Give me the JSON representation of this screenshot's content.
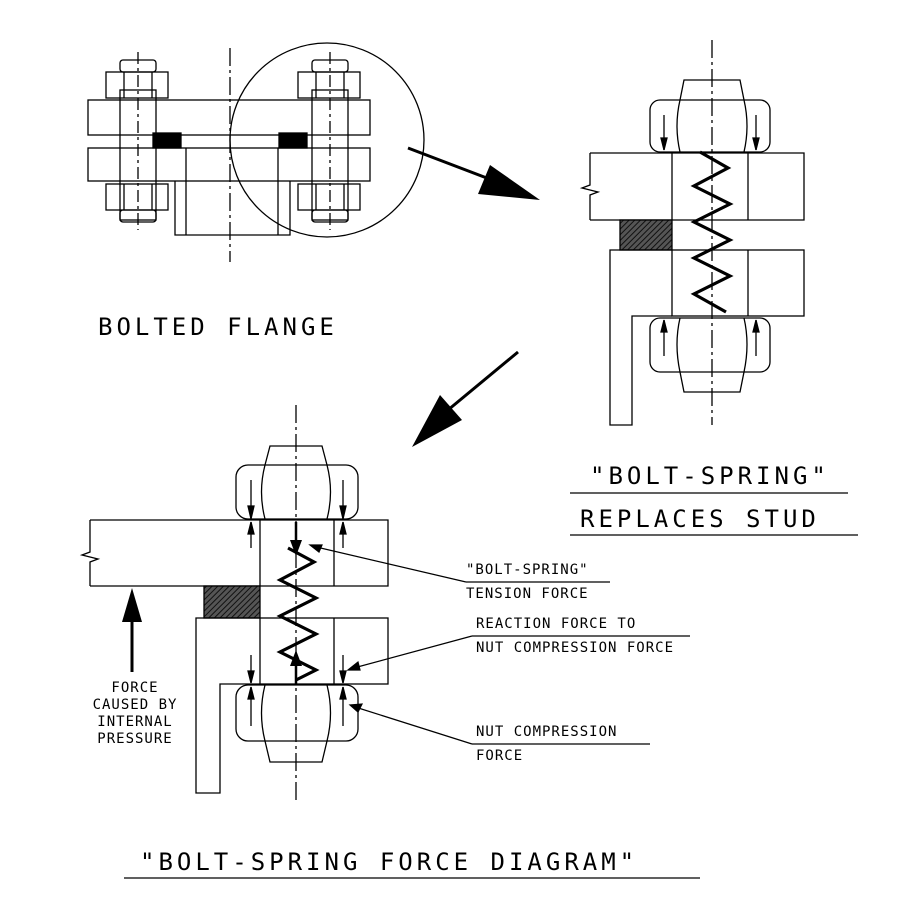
{
  "labels": {
    "bolted_flange": "BOLTED FLANGE",
    "bolt_spring_title_1": "\"BOLT-SPRING\"",
    "bolt_spring_title_2": "REPLACES STUD",
    "tension_1": "\"BOLT-SPRING\"",
    "tension_2": "TENSION FORCE",
    "reaction_1": "REACTION FORCE TO",
    "reaction_2": "NUT COMPRESSION FORCE",
    "nut_1": "NUT COMPRESSION",
    "nut_2": "FORCE",
    "pressure_1": "FORCE",
    "pressure_2": "CAUSED BY",
    "pressure_3": "INTERNAL",
    "pressure_4": "PRESSURE",
    "diagram_title": "\"BOLT-SPRING FORCE DIAGRAM\""
  },
  "colors": {
    "ink": "#000000",
    "gasket_fill": "#3a3a3a",
    "background": "#ffffff"
  }
}
